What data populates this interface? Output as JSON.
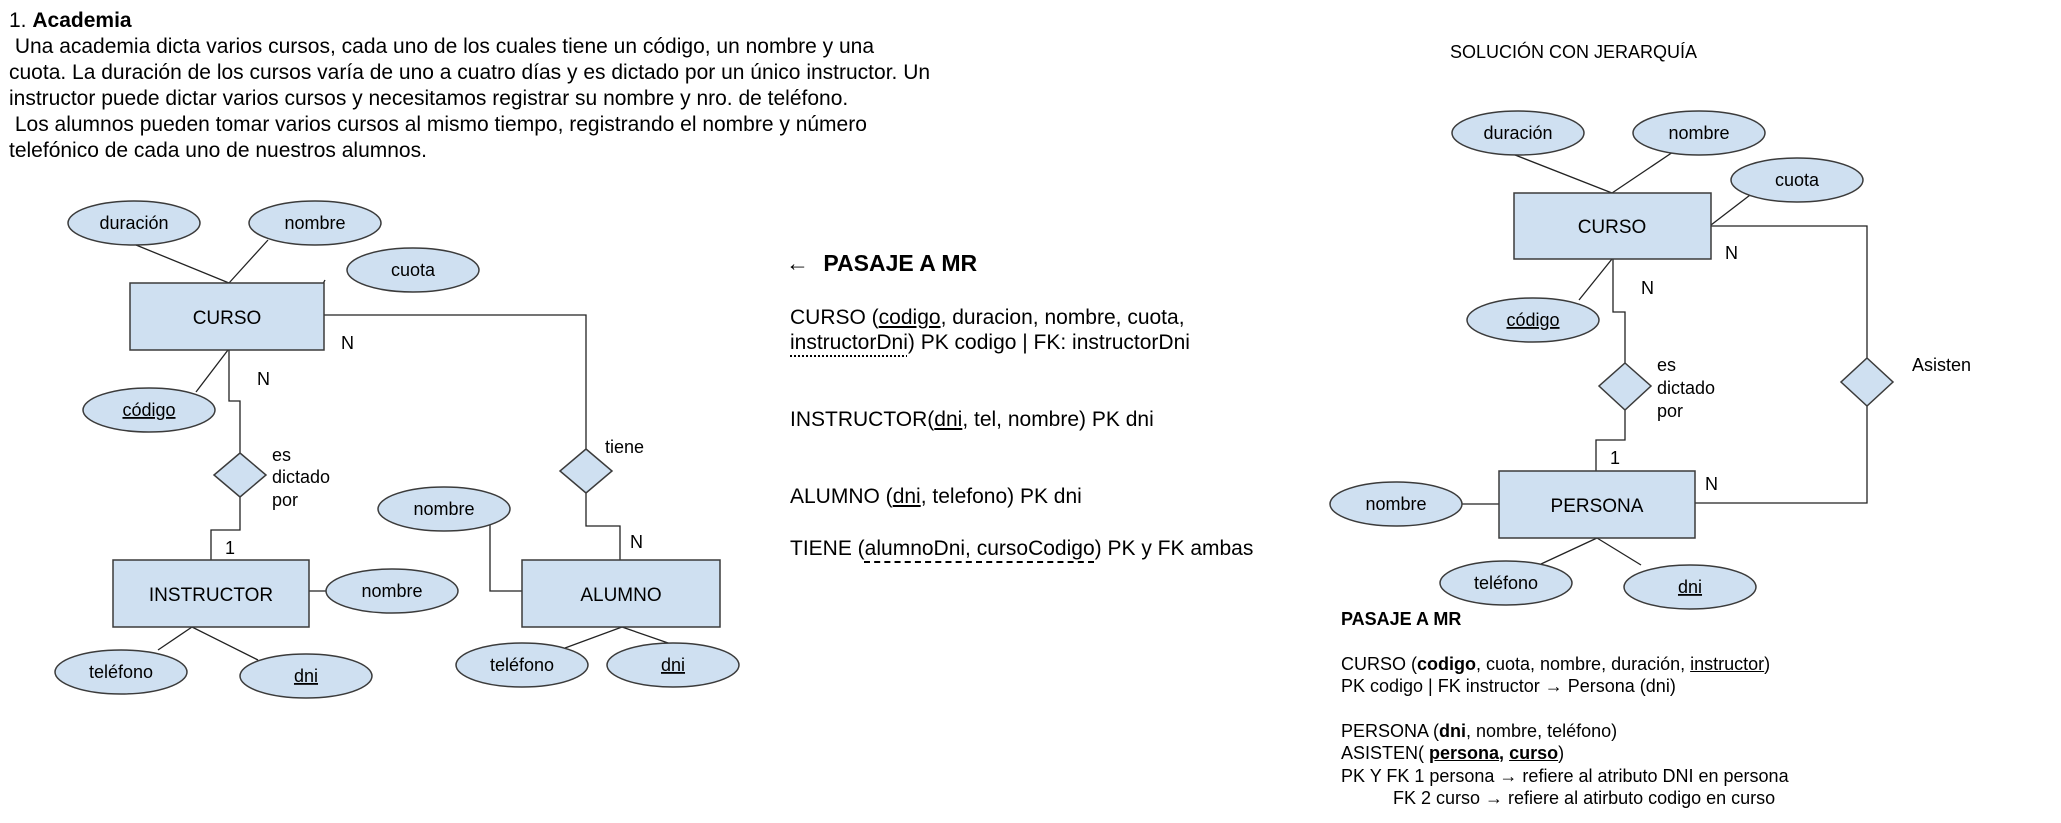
{
  "problem": {
    "number": "1.",
    "title": "Academia",
    "lines": [
      " Una academia dicta varios cursos, cada uno de los cuales tiene un código, un nombre y una",
      "cuota. La duración de los cursos varía de uno a cuatro días y es dictado por un único instructor. Un",
      "instructor puede dictar varios cursos y necesitamos registrar su nombre y nro. de teléfono.",
      " Los alumnos pueden tomar varios cursos al mismo tiempo, registrando el nombre y número",
      "telefónico de cada uno de nuestros alumnos."
    ]
  },
  "diagram1": {
    "entities": {
      "curso": "CURSO",
      "instructor": "INSTRUCTOR",
      "alumno": "ALUMNO"
    },
    "attributes": {
      "curso_duracion": "duración",
      "curso_nombre": "nombre",
      "curso_cuota": "cuota",
      "curso_codigo": "código",
      "instructor_nombre": "nombre",
      "instructor_telefono": "teléfono",
      "instructor_dni": "dni",
      "alumno_nombre": "nombre",
      "alumno_telefono": "teléfono",
      "alumno_dni": "dni"
    },
    "relationships": {
      "dictado_line1": "es",
      "dictado_line2": "dictado",
      "dictado_line3": "por",
      "tiene": "tiene"
    },
    "cardinalities": {
      "curso_dictado": "N",
      "instructor_dictado": "1",
      "curso_tiene": "N",
      "alumno_tiene": "N"
    }
  },
  "mr1": {
    "arrow": "←",
    "heading": "PASAJE A MR",
    "curso_line1_pre": "CURSO (",
    "curso_line1_pk": "codigo",
    "curso_line1_post": ", duracion, nombre, cuota,",
    "curso_line2_fk": "instructorDni",
    "curso_line2_post": ") PK codigo | FK: instructorDni",
    "instructor_pre": "INSTRUCTOR(",
    "instructor_pk": "dni",
    "instructor_post": ", tel, nombre) PK dni",
    "alumno_pre": "ALUMNO (",
    "alumno_pk": "dni",
    "alumno_post": ", telefono) PK dni",
    "tiene_pre": "TIENE (",
    "tiene_pk": "alumnoDni, cursoCodigo",
    "tiene_post": ") PK y FK ambas"
  },
  "solution": {
    "title": "SOLUCIÓN CON JERARQUÍA",
    "entities": {
      "curso": "CURSO",
      "persona": "PERSONA"
    },
    "attributes": {
      "curso_duracion": "duración",
      "curso_nombre": "nombre",
      "curso_cuota": "cuota",
      "curso_codigo": "código",
      "persona_nombre": "nombre",
      "persona_telefono": "teléfono",
      "persona_dni": "dni"
    },
    "relationships": {
      "dictado_line1": "es",
      "dictado_line2": "dictado",
      "dictado_line3": "por",
      "asisten": "Asisten"
    },
    "cardinalities": {
      "curso_asisten": "N",
      "curso_dictado": "N",
      "persona_dictado": "1",
      "persona_asisten": "N"
    }
  },
  "mr2": {
    "heading": "PASAJE A MR",
    "curso_pre": "CURSO (",
    "curso_pk": "codigo",
    "curso_mid": ", cuota, nombre, duración, ",
    "curso_fk": "instructor",
    "curso_post": ")",
    "curso_line2": "PK codigo | FK instructor → Persona (dni)",
    "persona_pre": "PERSONA (",
    "persona_pk": "dni",
    "persona_post": ", nombre, teléfono)",
    "asisten_pre": "ASISTEN( ",
    "asisten_pk1": "persona",
    "asisten_sep": ", ",
    "asisten_pk2": "curso",
    "asisten_post": ")",
    "pk_line1": "PK Y FK 1 persona → refiere al atributo DNI en persona",
    "pk_line2": "FK 2 curso → refiere al atirbuto codigo en curso"
  }
}
